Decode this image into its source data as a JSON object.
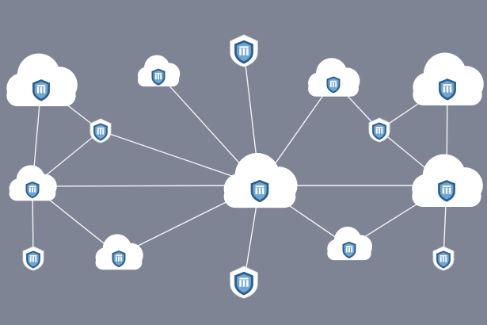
{
  "colors": {
    "background": "#7e8494",
    "cloud_fill": "#ffffff",
    "connector": "#f2f3f6",
    "shield_dark": "#2e5f8c",
    "shield_light": "#6fa6d3",
    "glyph": "#ffffff"
  },
  "icons": {
    "cloud": "cloud-icon",
    "shield": "shield-lock-icon",
    "badge": "shield-badge-icon"
  },
  "nodes": [
    {
      "id": "cloud-top-left",
      "type": "cloud",
      "size": "medium"
    },
    {
      "id": "cloud-top-center-left",
      "type": "cloud",
      "size": "small"
    },
    {
      "id": "cloud-top-center-right",
      "type": "cloud",
      "size": "small"
    },
    {
      "id": "cloud-top-right",
      "type": "cloud",
      "size": "medium"
    },
    {
      "id": "cloud-middle-left",
      "type": "cloud",
      "size": "small"
    },
    {
      "id": "cloud-hub",
      "type": "cloud",
      "size": "large"
    },
    {
      "id": "cloud-middle-right",
      "type": "cloud",
      "size": "large"
    },
    {
      "id": "cloud-bottom-left",
      "type": "cloud",
      "size": "small"
    },
    {
      "id": "cloud-bottom-right",
      "type": "cloud",
      "size": "small"
    },
    {
      "id": "badge-top",
      "type": "badge",
      "size": "large"
    },
    {
      "id": "badge-bottom",
      "type": "badge",
      "size": "large"
    },
    {
      "id": "badge-upper-left",
      "type": "badge",
      "size": "small"
    },
    {
      "id": "badge-upper-right",
      "type": "badge",
      "size": "small"
    },
    {
      "id": "badge-lower-left",
      "type": "badge",
      "size": "small"
    },
    {
      "id": "badge-lower-right",
      "type": "badge",
      "size": "small"
    }
  ],
  "edges": [
    [
      "cloud-hub",
      "badge-top"
    ],
    [
      "cloud-hub",
      "badge-bottom"
    ],
    [
      "cloud-hub",
      "cloud-top-center-left"
    ],
    [
      "cloud-hub",
      "cloud-top-center-right"
    ],
    [
      "cloud-hub",
      "cloud-middle-left"
    ],
    [
      "cloud-hub",
      "cloud-middle-right"
    ],
    [
      "cloud-hub",
      "cloud-bottom-left"
    ],
    [
      "cloud-hub",
      "cloud-bottom-right"
    ],
    [
      "cloud-hub",
      "badge-upper-left"
    ],
    [
      "cloud-top-left",
      "cloud-middle-left"
    ],
    [
      "cloud-top-left",
      "badge-upper-left"
    ],
    [
      "badge-upper-left",
      "cloud-middle-left"
    ],
    [
      "cloud-middle-left",
      "badge-lower-left"
    ],
    [
      "cloud-middle-left",
      "cloud-bottom-left"
    ],
    [
      "cloud-top-right",
      "badge-upper-right"
    ],
    [
      "cloud-top-right",
      "cloud-middle-right"
    ],
    [
      "badge-upper-right",
      "cloud-middle-right"
    ],
    [
      "cloud-middle-right",
      "badge-lower-right"
    ],
    [
      "cloud-middle-right",
      "cloud-bottom-right"
    ],
    [
      "cloud-top-center-right",
      "badge-upper-right"
    ]
  ]
}
